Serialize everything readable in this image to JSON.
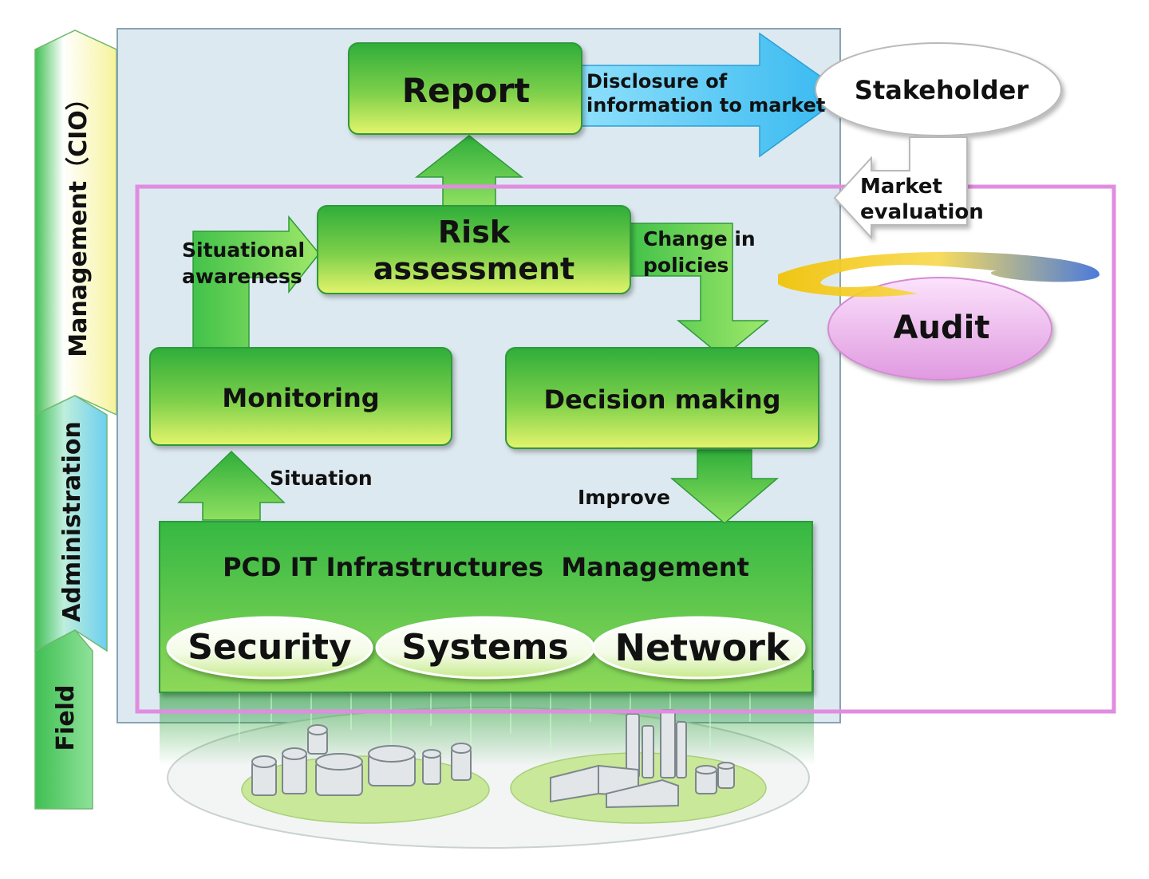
{
  "tiers": {
    "management": "Management（CIO）",
    "administration": "Administration",
    "field": "Field"
  },
  "boxes": {
    "report": "Report",
    "risk_line1": "Risk",
    "risk_line2": "assessment",
    "monitoring": "Monitoring",
    "decision": "Decision making",
    "infrastructure": "PCD IT Infrastructures  Management"
  },
  "pills": {
    "security": "Security",
    "systems": "Systems",
    "network": "Network"
  },
  "external": {
    "stakeholder": "Stakeholder",
    "audit": "Audit"
  },
  "labels": {
    "disclosure_line1": "Disclosure of",
    "disclosure_line2": "information to market",
    "market_line1": "Market",
    "market_line2": "evaluation",
    "situational_line1": "Situational",
    "situational_line2": "awareness",
    "change_line1": "Change in",
    "change_line2": "policies",
    "situation": "Situation",
    "improve": "Improve"
  },
  "colors": {
    "green_dark": "#2fae3a",
    "green_light": "#dff36a",
    "blue_arrow": "#4cc4f4",
    "audit_pink": "#e6a8e6",
    "frame_pink": "#e08ce0",
    "panel_blue": "#dde9f0"
  }
}
